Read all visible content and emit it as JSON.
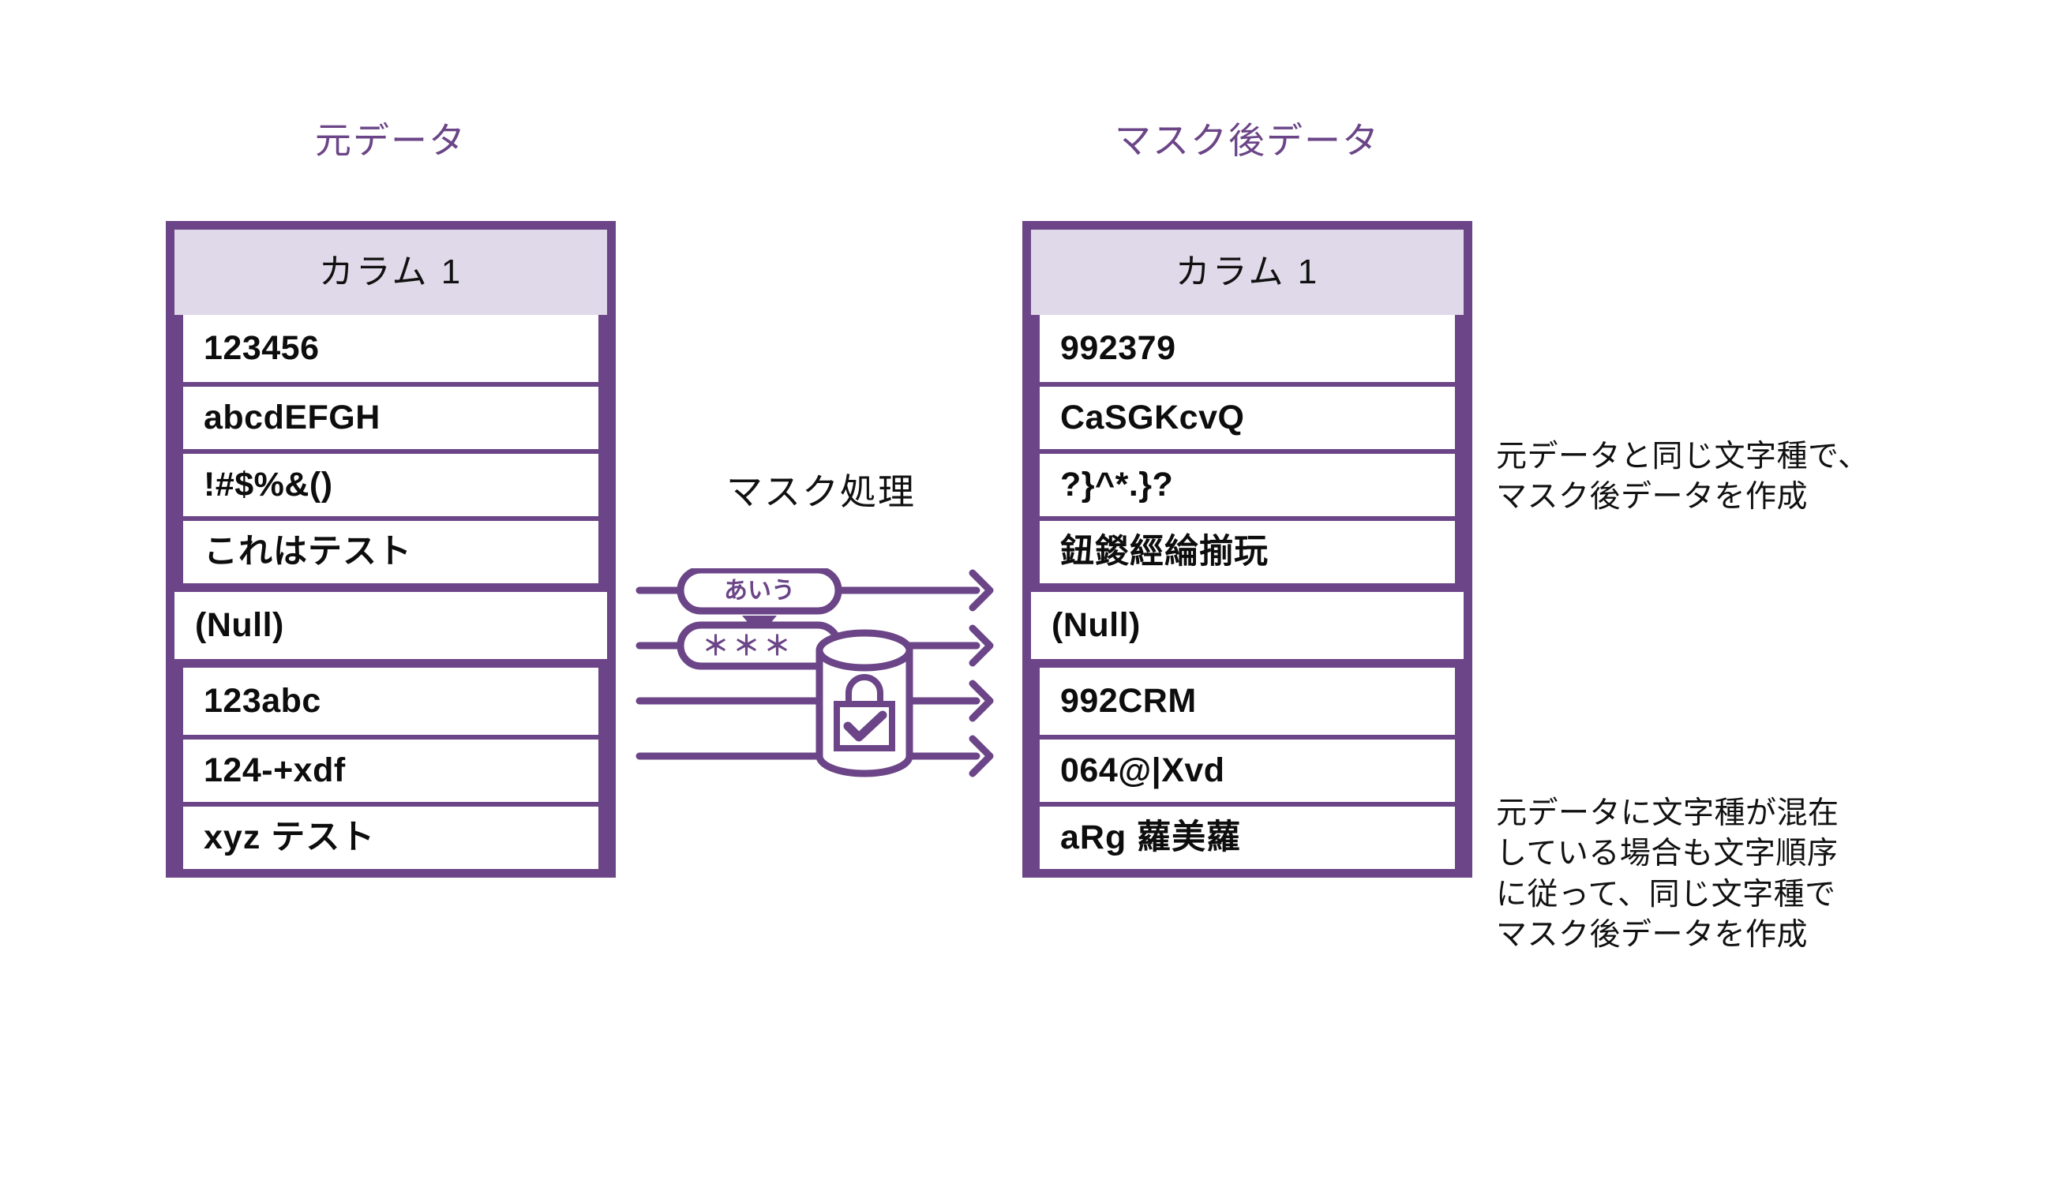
{
  "colors": {
    "accent_purple": "#6B4587",
    "header_fill": "#E0D9E9",
    "text_black": "#111111",
    "row_fill": "#FFFFFF"
  },
  "original_table": {
    "title": "元データ",
    "column_header": "カラム 1",
    "groups": [
      {
        "rows": [
          "123456",
          "abcdEFGH",
          "!#$%&()",
          "これはテスト"
        ]
      },
      {
        "rows": [
          "(Null)"
        ]
      },
      {
        "rows": [
          "123abc",
          "124-+xdf",
          "xyz テスト"
        ]
      }
    ]
  },
  "masked_table": {
    "title": "マスク後データ",
    "column_header": "カラム 1",
    "groups": [
      {
        "rows": [
          "992379",
          "CaSGKcvQ",
          "?}^*.}?",
          "鈕鍐經綸揃玩"
        ]
      },
      {
        "rows": [
          "(Null)"
        ]
      },
      {
        "rows": [
          "992CRM",
          "064@|Xvd",
          "aRg 蘿美蘿"
        ]
      }
    ]
  },
  "process": {
    "title": "マスク処理",
    "pill_input_label": "あいう",
    "pill_output_label": "＊＊＊",
    "icon_names": {
      "input_pill": "kana-pill-icon",
      "transform_arrow": "down-triangle-icon",
      "output_pill": "asterisk-pill-icon",
      "database": "database-cylinder-icon",
      "lock": "lock-check-icon",
      "flow_arrow": "right-arrow-icon"
    },
    "flow_arrow_count": 4
  },
  "annotations": {
    "top": "元データと同じ文字種で、\nマスク後データを作成",
    "bottom": "元データに文字種が混在\nしている場合も文字順序\nに従って、同じ文字種で\nマスク後データを作成"
  }
}
